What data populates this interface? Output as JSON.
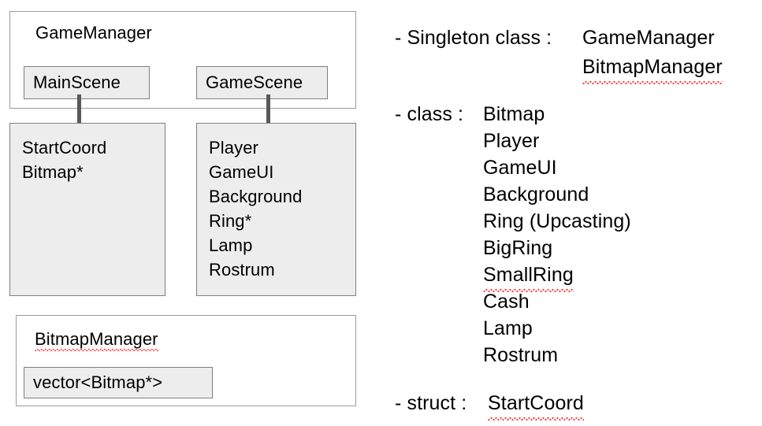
{
  "diagram": {
    "manager_box": {
      "title": "GameManager",
      "scenes": [
        {
          "label": "MainScene"
        },
        {
          "label": "GameScene"
        }
      ]
    },
    "main_scene_members": {
      "lines": [
        "StartCoord",
        "Bitmap*"
      ]
    },
    "game_scene_members": {
      "lines": [
        "Player",
        "GameUI",
        "Background",
        "Ring*",
        "Lamp",
        "Rostrum"
      ]
    },
    "bitmap_manager_box": {
      "title": "BitmapManager",
      "member": "vector<Bitmap*>"
    }
  },
  "notes": {
    "singleton": {
      "prefix": "- Singleton class :",
      "values": [
        "GameManager",
        "BitmapManager"
      ]
    },
    "classes": {
      "prefix": "- class :",
      "values": [
        "Bitmap",
        "Player",
        "GameUI",
        "Background",
        "Ring (Upcasting)",
        "BigRing",
        "SmallRing",
        "Cash",
        "Lamp",
        "Rostrum"
      ]
    },
    "struct": {
      "prefix": "- struct :",
      "values": [
        "StartCoord"
      ]
    }
  },
  "colors": {
    "box_fill": "#ededed",
    "box_border": "#7f7f7f",
    "outer_border": "#9b9b9b",
    "connector": "#595959",
    "spellcheck": "#ff2d2d",
    "text": "#000000",
    "background": "#ffffff"
  }
}
